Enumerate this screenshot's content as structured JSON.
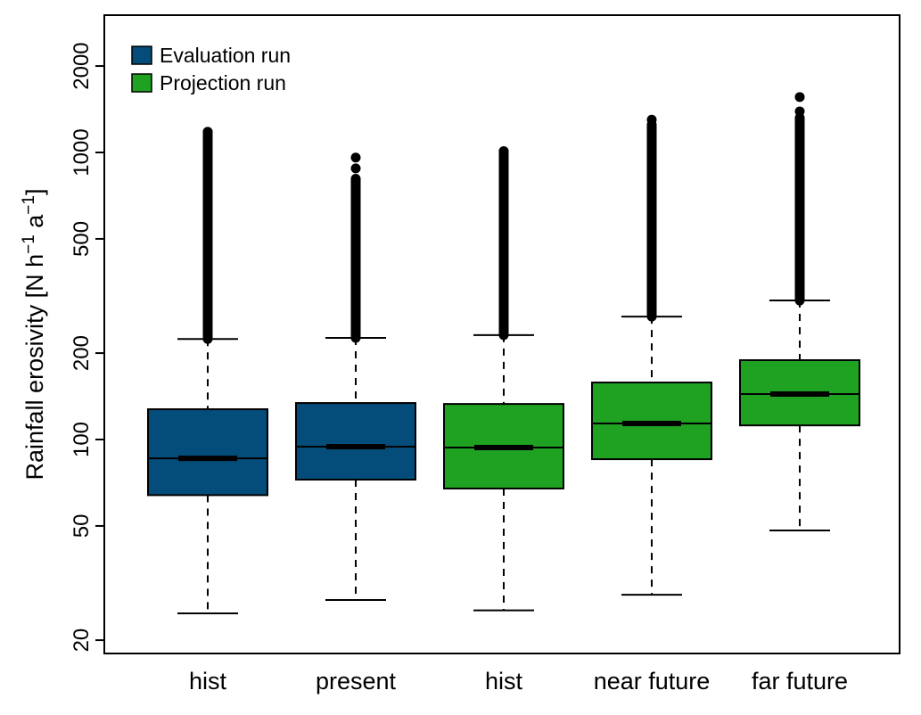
{
  "chart_data": {
    "type": "box",
    "title": "",
    "xlabel": "",
    "ylabel": "Rainfall erosivity [N h",
    "ylabel_sup1": "−1",
    "ylabel_mid": " a",
    "ylabel_sup2": "−1",
    "ylabel_end": "]",
    "yscale": "log",
    "ylim": [
      19,
      3300
    ],
    "yticks": [
      20,
      50,
      100,
      200,
      500,
      1000,
      2000
    ],
    "ytick_labels": [
      "20",
      "50",
      "100",
      "200",
      "500",
      "1000",
      "2000"
    ],
    "categories": [
      "hist",
      "present",
      "hist",
      "near future",
      "far future"
    ],
    "legend": {
      "position": "top-left",
      "entries": [
        {
          "label": "Evaluation run",
          "color": "#044C7A"
        },
        {
          "label": "Projection run",
          "color": "#1FA121"
        }
      ]
    },
    "boxes": [
      {
        "label": "hist",
        "group": 0,
        "whisker_low": 24.8,
        "q1": 64,
        "median": 86,
        "q3": 127.5,
        "whisker_high": 224,
        "outlier_range": [
          224,
          1180
        ],
        "outliers_top": [
          1180
        ]
      },
      {
        "label": "present",
        "group": 0,
        "whisker_low": 27.6,
        "q1": 72.5,
        "median": 94.4,
        "q3": 134,
        "whisker_high": 226,
        "outlier_range": [
          226,
          810
        ],
        "outliers_top": [
          880,
          960
        ]
      },
      {
        "label": "hist",
        "group": 1,
        "whisker_low": 25.4,
        "q1": 67.5,
        "median": 93.8,
        "q3": 133,
        "whisker_high": 231,
        "outlier_range": [
          231,
          1010
        ],
        "outliers_top": [
          1010
        ]
      },
      {
        "label": "near future",
        "group": 1,
        "whisker_low": 28.8,
        "q1": 85.4,
        "median": 113.7,
        "q3": 158,
        "whisker_high": 268,
        "outlier_range": [
          268,
          1250
        ],
        "outliers_top": [
          1300
        ]
      },
      {
        "label": "far future",
        "group": 1,
        "whisker_low": 48.2,
        "q1": 112,
        "median": 144,
        "q3": 189,
        "whisker_high": 305,
        "outlier_range": [
          305,
          1320
        ],
        "outliers_top": [
          1390,
          1560
        ]
      }
    ]
  }
}
